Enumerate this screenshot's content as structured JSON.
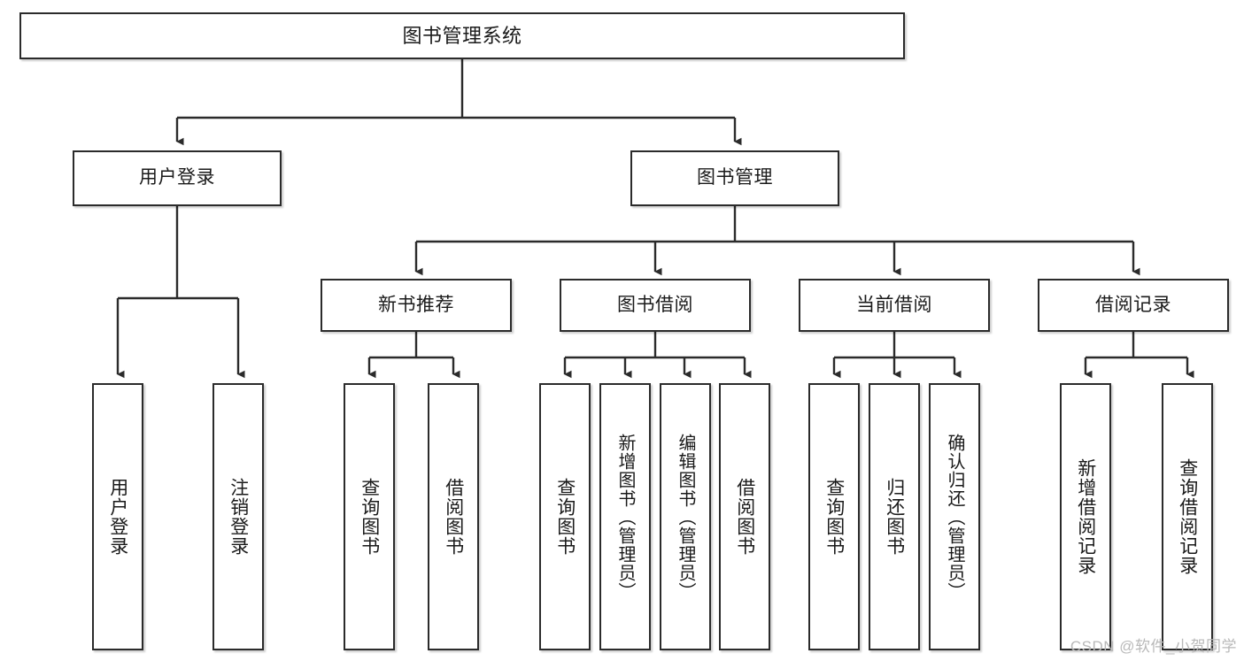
{
  "diagram": {
    "type": "tree",
    "title": "图书管理系统",
    "watermark": "CSDN @软件_小贺同学",
    "colors": {
      "stroke": "#2b2b2b",
      "fill": "#ffffff",
      "text": "#1a1a1a",
      "watermark": "#b9b9b9"
    },
    "nodes": {
      "root": {
        "label": "图书管理系统"
      },
      "level1": [
        {
          "label": "用户登录"
        },
        {
          "label": "图书管理"
        }
      ],
      "level2": [
        {
          "label": "新书推荐"
        },
        {
          "label": "图书借阅"
        },
        {
          "label": "当前借阅"
        },
        {
          "label": "借阅记录"
        }
      ],
      "leaves": {
        "user_login": [
          {
            "label": "用户登录"
          },
          {
            "label": "注销登录"
          }
        ],
        "new_book": [
          {
            "label": "查询图书"
          },
          {
            "label": "借阅图书"
          }
        ],
        "book_borrow": [
          {
            "label": "查询图书"
          },
          {
            "label": "新增图书（管理员）"
          },
          {
            "label": "编辑图书（管理员）"
          },
          {
            "label": "借阅图书"
          }
        ],
        "current_borrow": [
          {
            "label": "查询图书"
          },
          {
            "label": "归还图书"
          },
          {
            "label": "确认归还（管理员）"
          }
        ],
        "borrow_record": [
          {
            "label": "新增借阅记录"
          },
          {
            "label": "查询借阅记录"
          }
        ]
      }
    }
  }
}
